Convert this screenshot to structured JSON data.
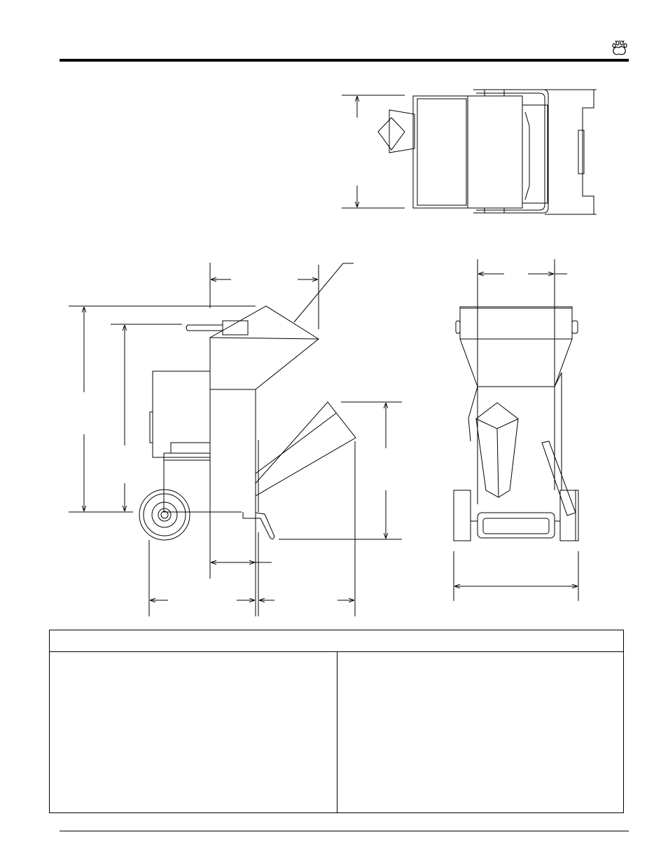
{
  "header": {
    "logo_icon": "paw-print-icon"
  },
  "drawings": {
    "top_view": "top-view",
    "side_view": "side-view",
    "front_view": "front-view"
  },
  "spec_table": {
    "header": "",
    "left_column": "",
    "right_column": ""
  }
}
